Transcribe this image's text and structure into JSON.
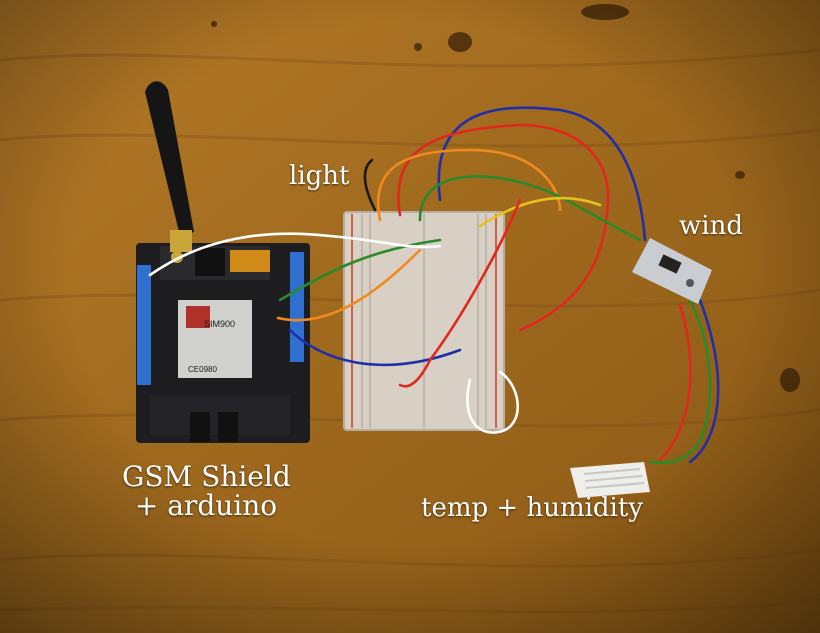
{
  "labels": {
    "light": "light",
    "wind": "wind",
    "gsm_line1": "GSM Shield",
    "gsm_line2": "+ arduino",
    "temp_humidity": "temp + humidity"
  },
  "board_text": {
    "chip": "SIM900",
    "ce_mark": "CE0980"
  },
  "colors": {
    "wood": "#a8701f",
    "wood_dark": "#6d4413",
    "pcb": "#1d1d20",
    "header_blue": "#2f6fd0",
    "breadboard": "#d8d0c4",
    "wire_red": "#e0281e",
    "wire_blue": "#1f2fa8",
    "wire_green": "#2a8a2a",
    "wire_orange": "#f08a1e",
    "wire_yellow": "#e6c21e",
    "wire_white": "#ffffff",
    "sensor_white": "#eeeeea"
  },
  "icons": [
    "antenna",
    "sim-chip",
    "breadboard",
    "wind-sensor",
    "temp-humidity-sensor"
  ]
}
